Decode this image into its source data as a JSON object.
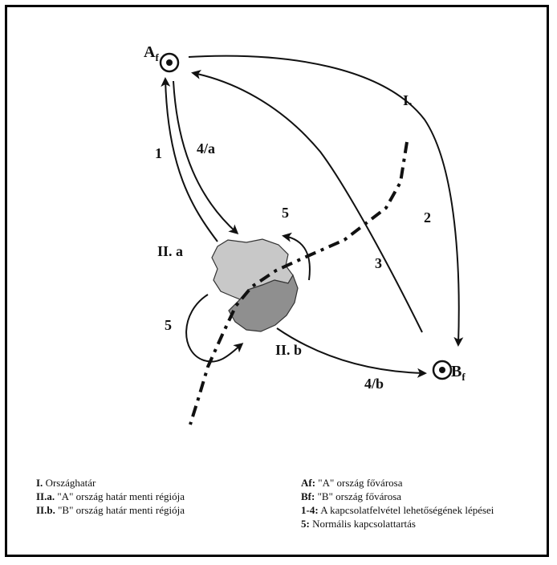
{
  "labels": {
    "af_main": "A",
    "af_sub": "f",
    "bf_main": "B",
    "bf_sub": "f",
    "border": "I.",
    "region_a": "II. a",
    "region_b": "II. b",
    "arrow_1": "1",
    "arrow_2": "2",
    "arrow_3": "3",
    "arrow_4a": "4/a",
    "arrow_4b": "4/b",
    "arrow_5_top": "5",
    "arrow_5_left": "5"
  },
  "legend": {
    "left": [
      {
        "key": "I.",
        "text": " Országhatár"
      },
      {
        "key": "II.a.",
        "text": " \"A\" ország határ menti régiója"
      },
      {
        "key": "II.b.",
        "text": " \"B\" ország határ menti régiója"
      }
    ],
    "right": [
      {
        "key": "Af:",
        "text": " \"A\" ország fővárosa"
      },
      {
        "key": "Bf:",
        "text": " \"B\" ország fővárosa"
      },
      {
        "key": "1-4:",
        "text": " A kapcsolatfelvétel lehetőségének lépései"
      },
      {
        "key": "5:",
        "text": " Normális kapcsolattartás"
      }
    ]
  },
  "colors": {
    "region_a_fill": "#c8c8c8",
    "region_b_fill": "#8f8f8f",
    "ink": "#111111"
  }
}
